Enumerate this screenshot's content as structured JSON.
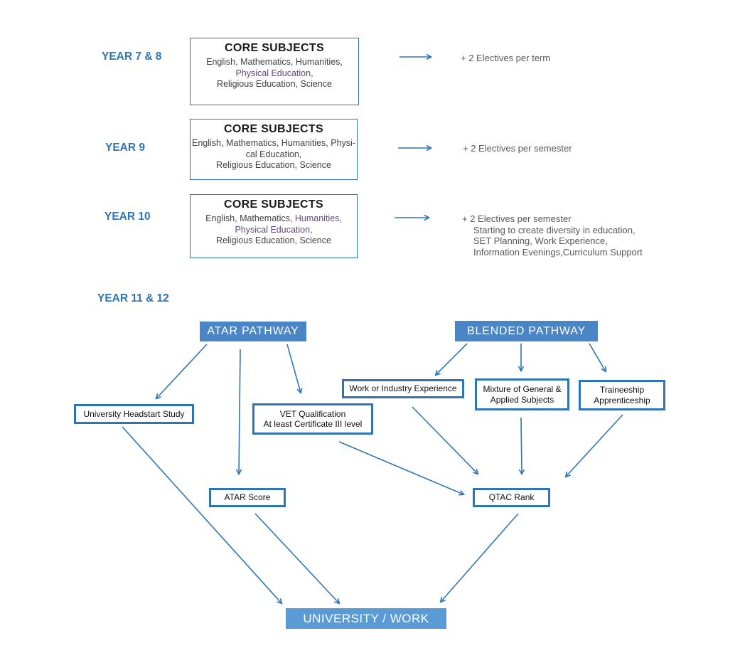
{
  "colors": {
    "accent_blue": "#2e75b6",
    "label_blue": "#2e74b5",
    "banner_mid_blue": "#4a86c6",
    "banner_light_blue": "#5b9bd5",
    "body_gray": "#404040",
    "electives_gray": "#595959",
    "subject_purple": "#5f497a"
  },
  "rows": [
    {
      "label": "YEAR 7 & 8",
      "box": {
        "title": "CORE SUBJECTS",
        "line1a": "English, Mathematics, Humanities,",
        "line2a": "Physical Education,",
        "line3a": "Religious Education, Science"
      },
      "electives1": "+ 2 Electives per term"
    },
    {
      "label": "YEAR 9",
      "box": {
        "title": "CORE SUBJECTS",
        "line1a": "English, Mathematics, Humanities, Physi-",
        "line2a": "cal Education,",
        "line3a": "Religious Education, Science"
      },
      "electives1": "+ 2 Electives per semester"
    },
    {
      "label": "YEAR 10",
      "box": {
        "title": "CORE SUBJECTS",
        "line1a": "English, Mathematics, ",
        "line1b": "Humanities,",
        "line2a": "Physical Education,",
        "line3a": "Religious Education, Science"
      },
      "electives1": "+ 2 Electives per semester",
      "electives2": "Starting to create diversity in education,",
      "electives3": "SET Planning, Work Experience,",
      "electives4": "Information Evenings,Curriculum Support"
    }
  ],
  "pathways": {
    "year11_label": "YEAR 11 & 12",
    "atar": "ATAR PATHWAY",
    "blended": "BLENDED PATHWAY"
  },
  "boxes": {
    "university_headstart": "University Headstart Study",
    "vet_line1": "VET Qualification",
    "vet_line2": "At least Certificate III level",
    "work_industry": "Work or Industry Experience",
    "mixture_line1": "Mixture of General &",
    "mixture_line2": "Applied Subjects",
    "traineeship_line1": "Traineeship",
    "traineeship_line2": "Apprenticeship",
    "atar_score": "ATAR Score",
    "qtac_rank": "QTAC Rank",
    "final": "UNIVERSITY / WORK"
  }
}
